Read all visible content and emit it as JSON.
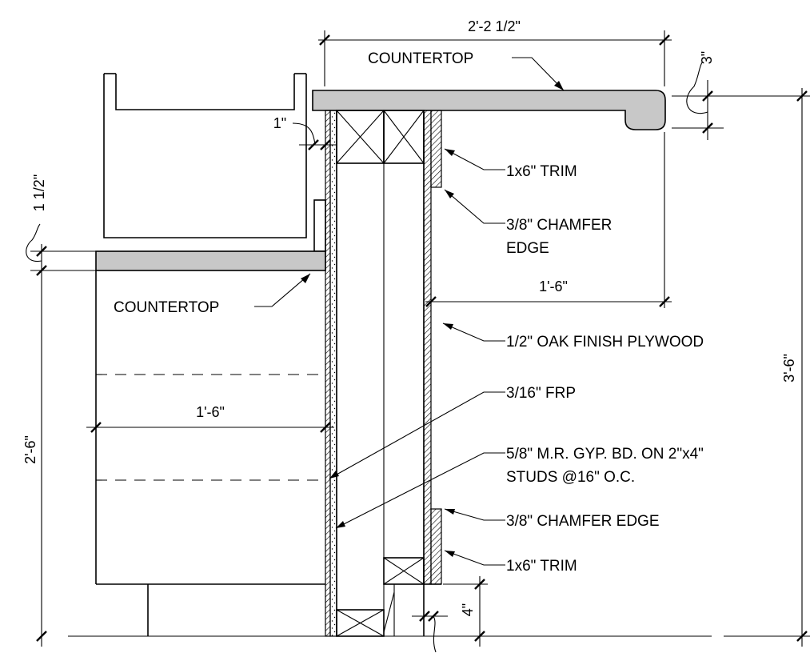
{
  "labels": {
    "countertop_upper": "COUNTERTOP",
    "countertop_lower": "COUNTERTOP",
    "trim_upper": "1x6\" TRIM",
    "chamfer_upper_line1": "3/8\" CHAMFER",
    "chamfer_upper_line2": "EDGE",
    "plywood": "1/2\" OAK FINISH PLYWOOD",
    "frp": "3/16\" FRP",
    "gyp_line1": "5/8\" M.R. GYP. BD. ON 2\"x4\"",
    "gyp_line2": "STUDS @16\" O.C.",
    "chamfer_lower": "3/8\" CHAMFER EDGE",
    "trim_lower": "1x6\" TRIM"
  },
  "dimensions": {
    "top_width": "2'-2 1/2\"",
    "counter_thickness": "3\"",
    "gap": "1\"",
    "lower_thickness": "1 1/2\"",
    "upper_depth": "1'-6\"",
    "lower_depth": "1'-6\"",
    "total_height": "3'-6\"",
    "lower_height": "2'-6\"",
    "base_height": "4\""
  },
  "colors": {
    "line": "#000000",
    "countertop_fill": "#c8c8c8",
    "background": "#ffffff"
  }
}
